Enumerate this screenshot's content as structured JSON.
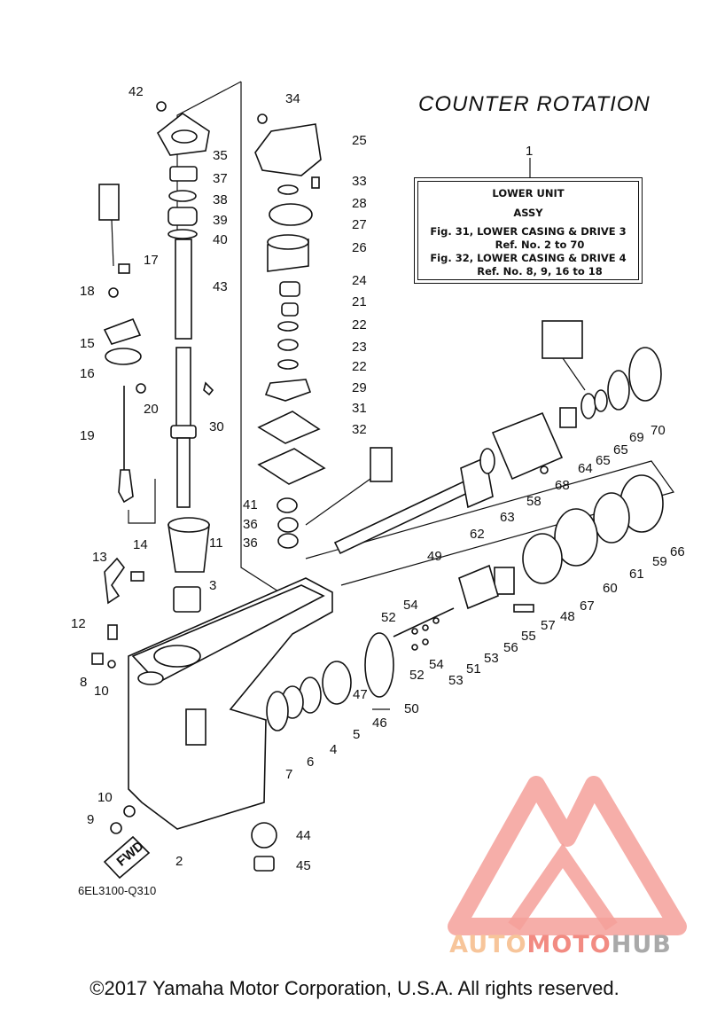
{
  "heading": "COUNTER ROTATION",
  "info_box": {
    "ref_no": "1",
    "line1": "LOWER UNIT",
    "line2": "ASSY",
    "line3": "Fig. 31, LOWER CASING & DRIVE 3",
    "line4": "Ref. No. 2 to 70",
    "line5": "Fig. 32, LOWER CASING & DRIVE 4",
    "line6": "Ref. No. 8, 9, 16 to 18"
  },
  "drawing_code": "6EL3100-Q310",
  "copyright": "©2017 Yamaha Motor Corporation, U.S.A. All rights reserved.",
  "watermark": {
    "part1": "AUTO",
    "part2": "MOTO",
    "part3": "HUB",
    "color_a": "#f7c59a",
    "color_b": "#f28b82",
    "color_c": "#a9a9a9"
  },
  "fwd_label": "FWD",
  "callouts": [
    "42",
    "35",
    "37",
    "38",
    "39",
    "40",
    "43",
    "17",
    "18",
    "15",
    "16",
    "20",
    "30",
    "19",
    "34",
    "25",
    "33",
    "28",
    "27",
    "26",
    "24",
    "21",
    "22",
    "23",
    "22",
    "29",
    "31",
    "32",
    "41",
    "36",
    "36",
    "11",
    "3",
    "14",
    "13",
    "12",
    "8",
    "10",
    "10",
    "9",
    "2",
    "44",
    "45",
    "1",
    "64",
    "65",
    "65",
    "69",
    "70",
    "68",
    "58",
    "63",
    "62",
    "49",
    "66",
    "59",
    "61",
    "60",
    "67",
    "48",
    "57",
    "55",
    "56",
    "53",
    "51",
    "54",
    "52",
    "54",
    "52",
    "53",
    "50",
    "47",
    "46",
    "5",
    "4",
    "6",
    "7"
  ]
}
